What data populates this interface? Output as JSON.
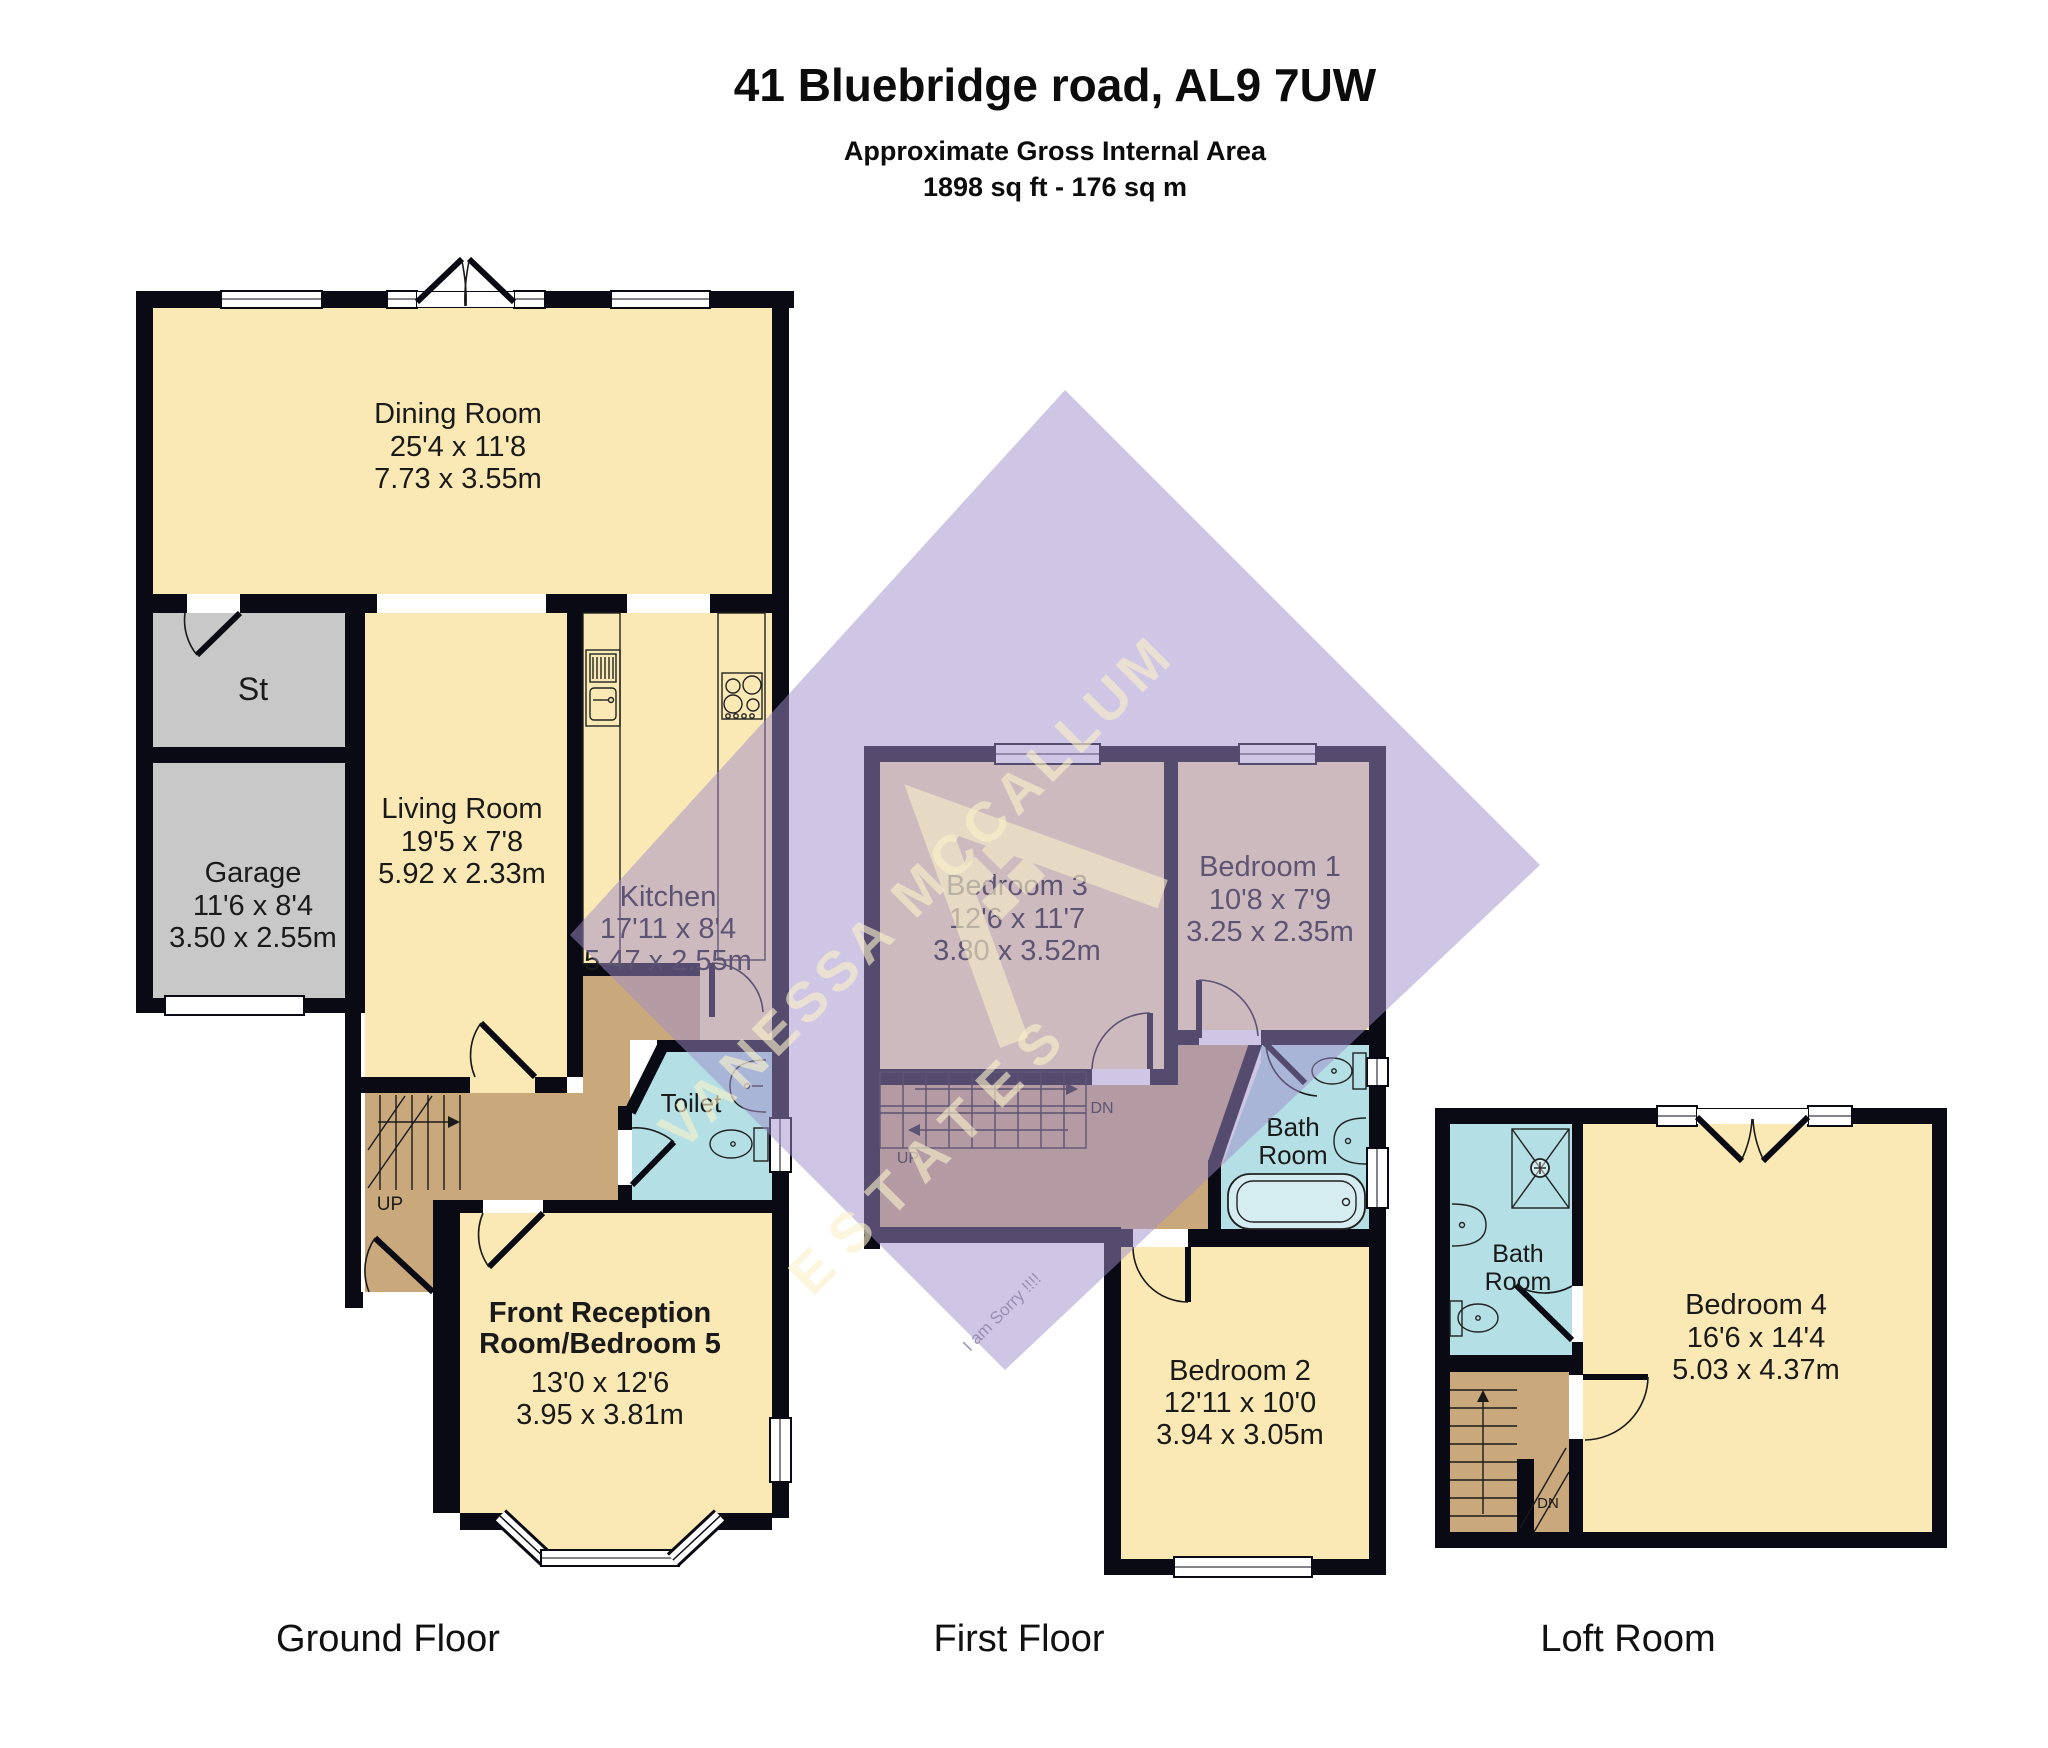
{
  "header": {
    "title": "41 Bluebridge road, AL9 7UW",
    "subtitle": "Approximate Gross Internal Area",
    "area": "1898 sq ft - 176 sq m"
  },
  "colors": {
    "room_yellow": "#FAE9B4",
    "garage_gray": "#C8C8C8",
    "hall_tan": "#C9A87C",
    "bath_blue": "#B3DFE5",
    "wall_dark": "#0A0A14",
    "watermark_purple": "#9F8BCA",
    "watermark_cream": "#F8F0C8",
    "text": "#1A1A1A"
  },
  "watermark": {
    "line1": "VANESSA MCCALLUM",
    "line2": "ESTATES",
    "note": "I am Sorry !!!!"
  },
  "floors": {
    "ground": {
      "caption": "Ground Floor",
      "rooms": {
        "dining": {
          "name": "Dining Room",
          "imperial": "25'4 x 11'8",
          "metric": "7.73 x 3.55m"
        },
        "st": {
          "name": "St"
        },
        "garage": {
          "name": "Garage",
          "imperial": "11'6 x 8'4",
          "metric": "3.50 x 2.55m"
        },
        "living": {
          "name": "Living Room",
          "imperial": "19'5 x 7'8",
          "metric": "5.92 x 2.33m"
        },
        "kitchen": {
          "name": "Kitchen",
          "imperial": "17'11 x 8'4",
          "metric": "5.47 x 2.55m"
        },
        "toilet": {
          "name": "Toilet"
        },
        "front_reception": {
          "name_line1": "Front Reception",
          "name_line2": "Room/Bedroom 5",
          "imperial": "13'0 x 12'6",
          "metric": "3.95 x 3.81m"
        },
        "stairs": {
          "up": "UP"
        }
      }
    },
    "first": {
      "caption": "First Floor",
      "rooms": {
        "bedroom3": {
          "name": "Bedroom 3",
          "imperial": "12'6 x 11'7",
          "metric": "3.80 x 3.52m"
        },
        "bedroom1": {
          "name": "Bedroom 1",
          "imperial": "10'8 x 7'9",
          "metric": "3.25 x 2.35m"
        },
        "bathroom": {
          "name_line1": "Bath",
          "name_line2": "Room"
        },
        "bedroom2": {
          "name": "Bedroom 2",
          "imperial": "12'11 x 10'0",
          "metric": "3.94 x 3.05m"
        },
        "stairs": {
          "up": "UP",
          "down": "DN"
        }
      }
    },
    "loft": {
      "caption": "Loft Room",
      "rooms": {
        "bathroom": {
          "name_line1": "Bath",
          "name_line2": "Room"
        },
        "bedroom4": {
          "name": "Bedroom 4",
          "imperial": "16'6 x 14'4",
          "metric": "5.03 x 4.37m"
        },
        "stairs": {
          "down": "DN"
        }
      }
    }
  }
}
